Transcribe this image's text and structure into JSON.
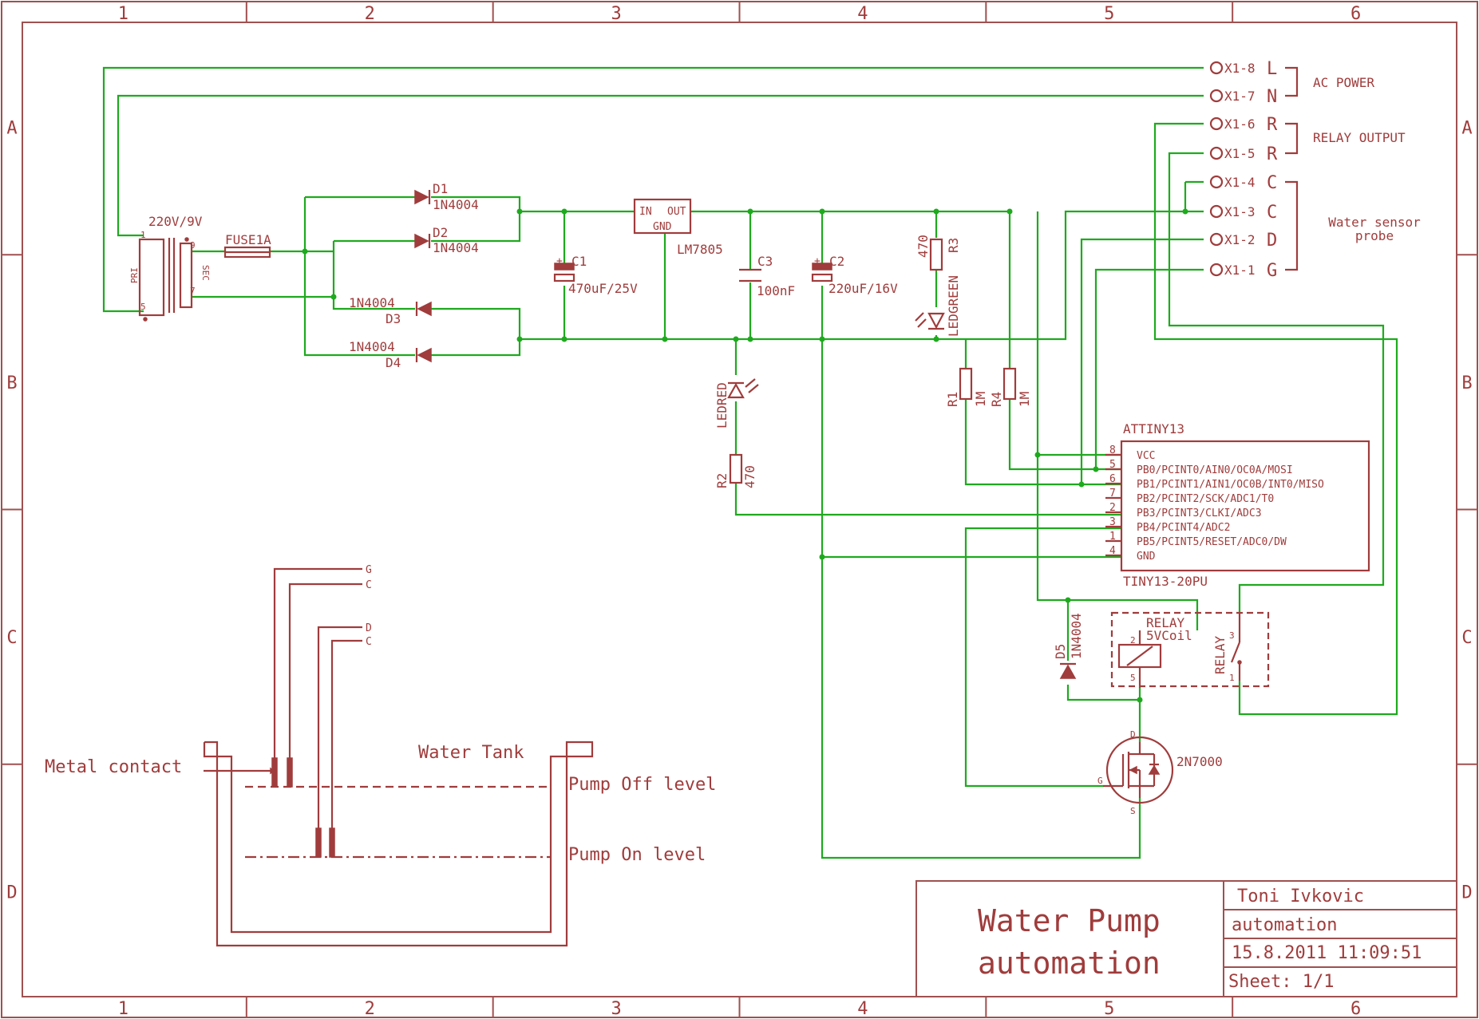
{
  "grid": {
    "cols": [
      "1",
      "2",
      "3",
      "4",
      "5",
      "6"
    ],
    "rows": [
      "A",
      "B",
      "C",
      "D"
    ]
  },
  "connector": {
    "pins": [
      "X1-8",
      "X1-7",
      "X1-6",
      "X1-5",
      "X1-4",
      "X1-3",
      "X1-2",
      "X1-1"
    ],
    "letters": [
      "L",
      "N",
      "R",
      "R",
      "C",
      "C",
      "D",
      "G"
    ],
    "groups": {
      "ac_power": "AC POWER",
      "relay_output": "RELAY OUTPUT",
      "sensor_line1": "Water sensor",
      "sensor_line2": "probe"
    }
  },
  "transformer": {
    "value": "220V/9V",
    "pri": "PRI",
    "sec": "SEC",
    "pin1": "1",
    "pin5": "5",
    "pin9": "9",
    "pin7": "7"
  },
  "fuse": {
    "name": "FUSE1A"
  },
  "diodes": {
    "d1_name": "D1",
    "d1_value": "1N4004",
    "d2_name": "D2",
    "d2_value": "1N4004",
    "d3_name": "D3",
    "d3_value": "1N4004",
    "d4_name": "D4",
    "d4_value": "1N4004",
    "d5_name": "D5",
    "d5_value": "1N4004"
  },
  "regulator": {
    "name": "LM7805",
    "in": "IN",
    "out": "OUT",
    "gnd": "GND"
  },
  "caps": {
    "c1_name": "C1",
    "c1_value": "470uF/25V",
    "c3_name": "C3",
    "c3_value": "100nF",
    "c2_name": "C2",
    "c2_value": "220uF/16V"
  },
  "leds": {
    "red": "LEDRED",
    "green": "LEDGREEN"
  },
  "resistors": {
    "r3_name": "R3",
    "r3_value": "470",
    "r2_name": "R2",
    "r2_value": "470",
    "r1_name": "R1",
    "r1_value": "1M",
    "r4_name": "R4",
    "r4_value": "1M"
  },
  "mcu": {
    "name": "ATTINY13",
    "value": "TINY13-20PU",
    "pins": [
      {
        "num": "8",
        "label": "VCC"
      },
      {
        "num": "5",
        "label": "PB0/PCINT0/AIN0/OC0A/MOSI"
      },
      {
        "num": "6",
        "label": "PB1/PCINT1/AIN1/OC0B/INT0/MISO"
      },
      {
        "num": "7",
        "label": "PB2/PCINT2/SCK/ADC1/T0"
      },
      {
        "num": "2",
        "label": "PB3/PCINT3/CLKI/ADC3"
      },
      {
        "num": "3",
        "label": "PB4/PCINT4/ADC2"
      },
      {
        "num": "1",
        "label": "PB5/PCINT5/RESET/ADC0/DW"
      },
      {
        "num": "4",
        "label": "GND"
      }
    ]
  },
  "relay": {
    "name": "RELAY",
    "value": "5VCoil",
    "contact": "RELAY",
    "p2": "2",
    "p5": "5",
    "p3": "3",
    "p1": "1"
  },
  "mosfet": {
    "name": "2N7000",
    "d": "D",
    "g": "G",
    "s": "S"
  },
  "tank": {
    "title": "Water Tank",
    "metal": "Metal contact",
    "off": "Pump Off level",
    "on": "Pump On level",
    "probe_labels": [
      "G",
      "C",
      "D",
      "C"
    ]
  },
  "titleblock": {
    "title_line1": "Water Pump",
    "title_line2": "automation",
    "author": "Toni Ivkovic",
    "subject": "automation",
    "date": "15.8.2011 11:09:51",
    "sheet": "Sheet: 1/1"
  }
}
